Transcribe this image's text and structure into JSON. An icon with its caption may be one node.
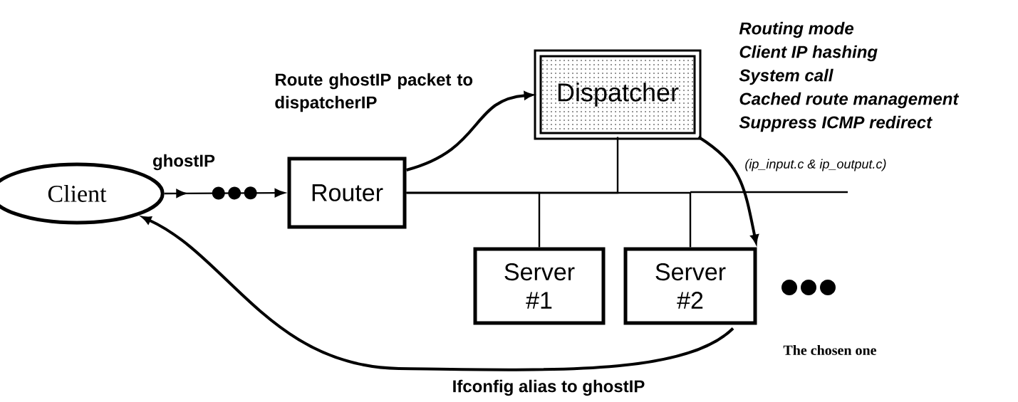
{
  "diagram": {
    "nodes": [
      {
        "text": [
          "Client"
        ]
      },
      {
        "text": [
          "Router"
        ]
      },
      {
        "text": [
          "Dispatcher"
        ],
        "beside": [
          "Routing mode",
          "Client IP hashing",
          "System call",
          "Cached route management",
          "Suppress ICMP redirect",
          "(ip_input.c & ip_output.c)"
        ]
      },
      {
        "text": [
          "Server #1"
        ]
      },
      {
        "text": [
          "Server #2"
        ],
        "beside": [
          "The chosen one"
        ]
      }
    ],
    "edges": [
      {
        "from": 0,
        "to": 1,
        "arrow": "to",
        "label": "ghostIP"
      },
      {
        "from": 1,
        "to": 2,
        "arrow": "to",
        "label": "Route ghostIP packet to dispatcherIP"
      },
      {
        "from": 1,
        "to": 2,
        "arrow": "none"
      },
      {
        "from": 1,
        "to": 3,
        "arrow": "none"
      },
      {
        "from": 1,
        "to": 4,
        "arrow": "none"
      },
      {
        "from": 2,
        "to": 4,
        "arrow": "to"
      },
      {
        "from": 4,
        "to": 0,
        "arrow": "to",
        "label": "Ifconfig alias to ghostIP"
      }
    ]
  }
}
